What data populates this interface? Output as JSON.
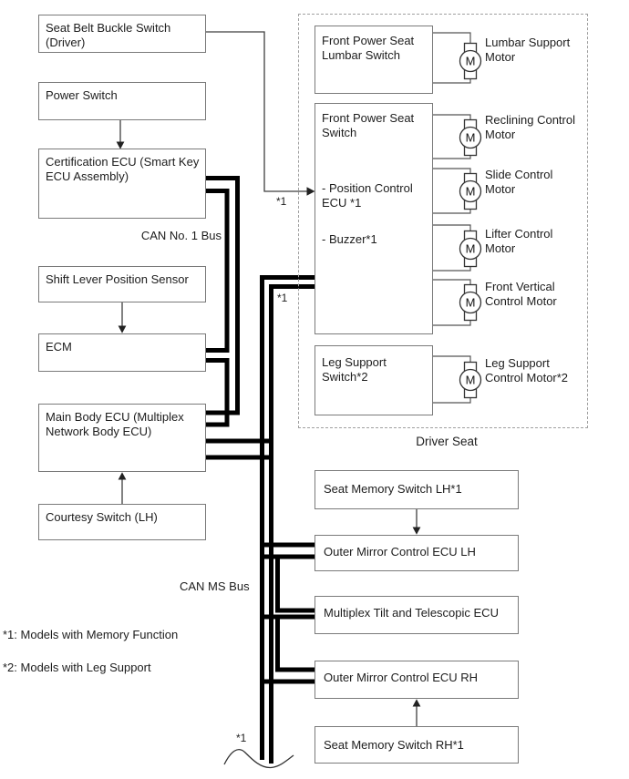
{
  "colors": {
    "bus_wire": "#000000",
    "thin_wire": "#3f3f3f",
    "box_border": "#7a7a7a",
    "dashed_border": "#a0a0a0",
    "text": "#1c1c1c"
  },
  "left_column": {
    "seat_belt": "Seat Belt Buckle Switch\n(Driver)",
    "power_switch": "Power Switch",
    "certification_ecu": "Certification ECU (Smart Key\nECU Assembly)",
    "shift_lever": "Shift Lever Position Sensor",
    "ecm": "ECM",
    "main_body_ecu": "Main Body ECU (Multiplex\nNetwork Body ECU)",
    "courtesy_switch": "Courtesy Switch (LH)"
  },
  "bus": {
    "can1_label": "CAN No. 1 Bus",
    "canms_label": "CAN MS Bus"
  },
  "footnotes": {
    "note1": "*1: Models with Memory Function",
    "note2": "*2: Models with Leg Support"
  },
  "driver_seat": {
    "caption": "Driver Seat",
    "lumbar_switch": "Front Power Seat\nLumbar Switch",
    "seat_switch_title": "Front Power Seat\nSwitch",
    "seat_switch_item1": "- Position Control\nECU *1",
    "seat_switch_item2": "- Buzzer*1",
    "leg_switch": "Leg Support\nSwitch*2",
    "motors": [
      {
        "symbol": "M",
        "label": "Lumbar Support\nMotor"
      },
      {
        "symbol": "M",
        "label": "Reclining Control\nMotor"
      },
      {
        "symbol": "M",
        "label": "Slide Control\nMotor"
      },
      {
        "symbol": "M",
        "label": "Lifter Control\nMotor"
      },
      {
        "symbol": "M",
        "label": "Front Vertical\nControl Motor"
      },
      {
        "symbol": "M",
        "label": "Leg Support\nControl Motor*2"
      }
    ]
  },
  "memory_chain": {
    "seat_memory_lh": "Seat Memory Switch LH*1",
    "outer_mirror_lh": "Outer Mirror Control ECU LH",
    "multiplex_tilt": "Multiplex Tilt and Telescopic ECU",
    "outer_mirror_rh": "Outer Mirror Control ECU RH",
    "seat_memory_rh": "Seat Memory Switch RH*1"
  },
  "annotations": {
    "top_arrow": "*1",
    "seat_bus": "*1",
    "bottom_bus": "*1"
  }
}
